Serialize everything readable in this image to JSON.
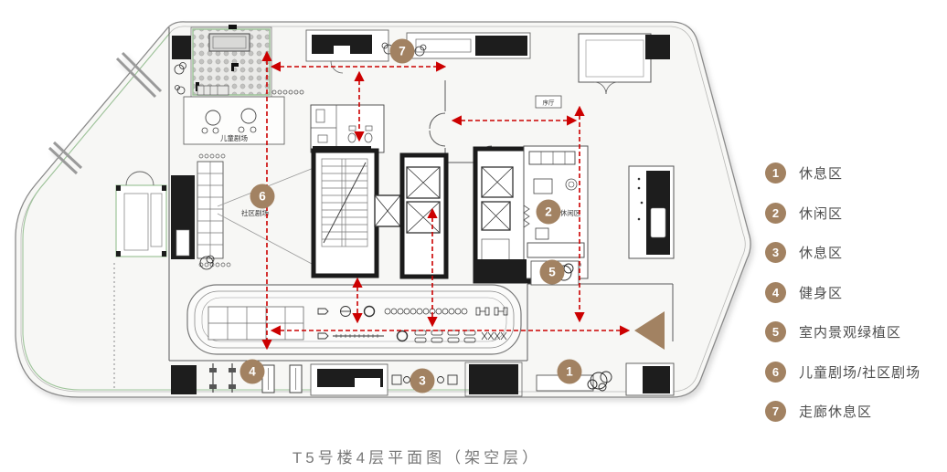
{
  "title": "T5号楼4层平面图（架空层）",
  "legend": {
    "items": [
      {
        "number": "1",
        "label": "休息区"
      },
      {
        "number": "2",
        "label": "休闲区"
      },
      {
        "number": "3",
        "label": "休息区"
      },
      {
        "number": "4",
        "label": "健身区"
      },
      {
        "number": "5",
        "label": "室内景观绿植区"
      },
      {
        "number": "6",
        "label": "儿童剧场/社区剧场"
      },
      {
        "number": "7",
        "label": "走廊休息区"
      }
    ]
  },
  "plan": {
    "markers": [
      {
        "number": "1"
      },
      {
        "number": "2"
      },
      {
        "number": "3"
      },
      {
        "number": "4"
      },
      {
        "number": "5"
      },
      {
        "number": "6"
      },
      {
        "number": "7"
      }
    ],
    "labels": {
      "children_theater": "儿童剧场",
      "community_theater": "社区剧场",
      "leisure_area": "休闲区",
      "entry_hall": "序厅"
    }
  },
  "colors": {
    "marker_tan": "#a28262",
    "arrow_red": "#cc0000",
    "accent_green": "#9ec49a",
    "wall_black": "#1d1d1d"
  }
}
